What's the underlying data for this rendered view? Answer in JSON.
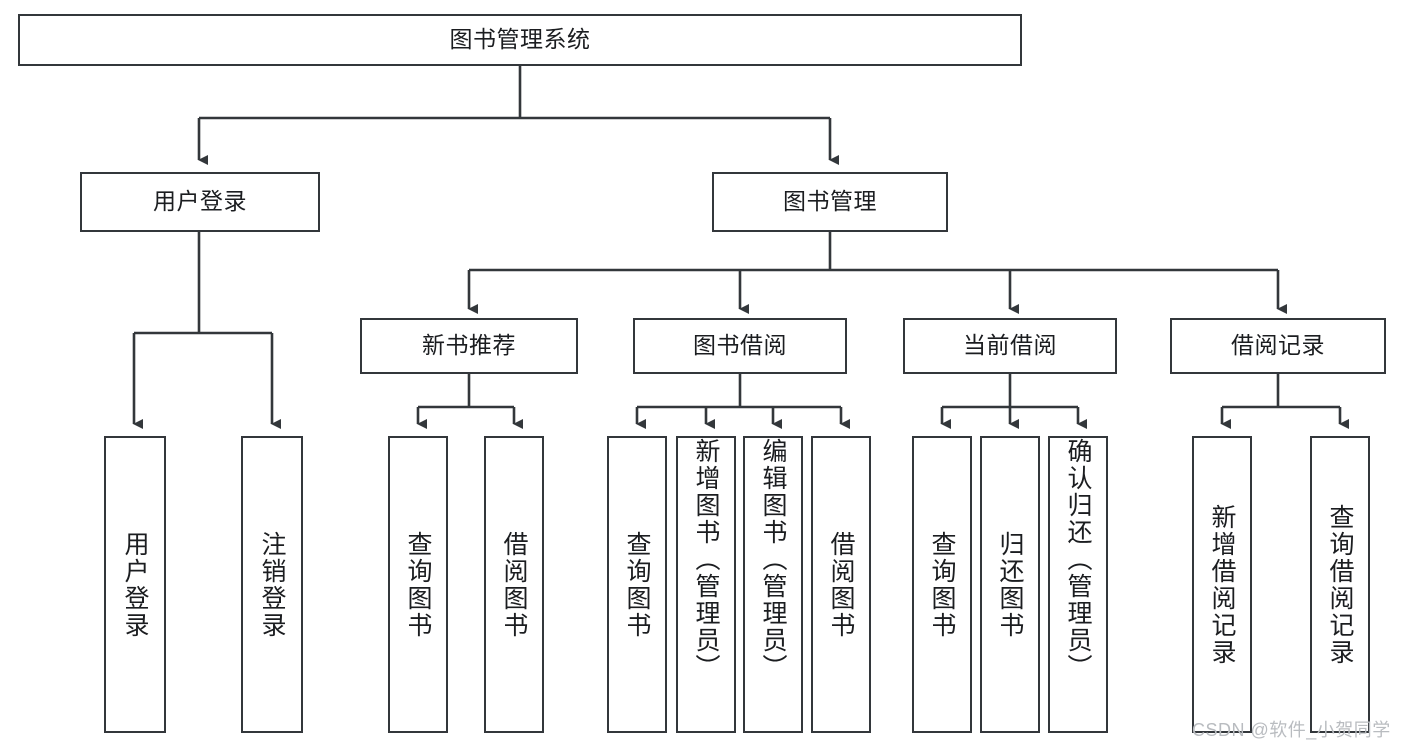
{
  "diagram": {
    "type": "hierarchy-tree",
    "title": "图书管理系统",
    "root": {
      "id": "root",
      "label": "图书管理系统"
    },
    "level2": [
      {
        "id": "user-login",
        "label": "用户登录"
      },
      {
        "id": "book-management",
        "label": "图书管理"
      }
    ],
    "level3": [
      {
        "id": "new-book-recommend",
        "label": "新书推荐",
        "parent": "book-management"
      },
      {
        "id": "book-borrow",
        "label": "图书借阅",
        "parent": "book-management"
      },
      {
        "id": "current-borrow",
        "label": "当前借阅",
        "parent": "book-management"
      },
      {
        "id": "borrow-record",
        "label": "借阅记录",
        "parent": "book-management"
      }
    ],
    "leaves": [
      {
        "id": "leaf-user-login",
        "label": "用户登录",
        "parent": "user-login"
      },
      {
        "id": "leaf-logout-login",
        "label": "注销登录",
        "parent": "user-login"
      },
      {
        "id": "leaf-query-book-1",
        "label": "查询图书",
        "parent": "new-book-recommend"
      },
      {
        "id": "leaf-borrow-book-1",
        "label": "借阅图书",
        "parent": "new-book-recommend"
      },
      {
        "id": "leaf-query-book-2",
        "label": "查询图书",
        "parent": "book-borrow"
      },
      {
        "id": "leaf-add-book",
        "label": "新增图书（管理员）",
        "parent": "book-borrow"
      },
      {
        "id": "leaf-edit-book",
        "label": "编辑图书（管理员）",
        "parent": "book-borrow"
      },
      {
        "id": "leaf-borrow-book-2",
        "label": "借阅图书",
        "parent": "book-borrow"
      },
      {
        "id": "leaf-query-book-3",
        "label": "查询图书",
        "parent": "current-borrow"
      },
      {
        "id": "leaf-return-book",
        "label": "归还图书",
        "parent": "current-borrow"
      },
      {
        "id": "leaf-confirm-return",
        "label": "确认归还（管理员）",
        "parent": "current-borrow"
      },
      {
        "id": "leaf-add-record",
        "label": "新增借阅记录",
        "parent": "borrow-record"
      },
      {
        "id": "leaf-query-record",
        "label": "查询借阅记录",
        "parent": "borrow-record"
      }
    ],
    "colors": {
      "stroke": "#33373b",
      "fill": "#ffffff",
      "text": "#1b1d20",
      "watermark": "#b9bcc0"
    }
  },
  "watermark": {
    "text": "CSDN @软件_小贺同学"
  }
}
